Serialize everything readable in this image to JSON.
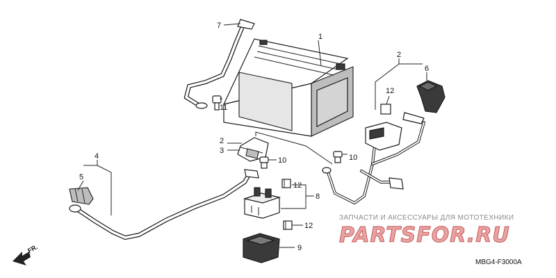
{
  "callouts": [
    {
      "id": "c1",
      "text": "1"
    },
    {
      "id": "c2a",
      "text": "2"
    },
    {
      "id": "c6",
      "text": "6"
    },
    {
      "id": "c7",
      "text": "7"
    },
    {
      "id": "c12a",
      "text": "12"
    },
    {
      "id": "c11",
      "text": "11"
    },
    {
      "id": "c2b",
      "text": "2"
    },
    {
      "id": "c3",
      "text": "3"
    },
    {
      "id": "c10a",
      "text": "10"
    },
    {
      "id": "c10b",
      "text": "10"
    },
    {
      "id": "c4",
      "text": "4"
    },
    {
      "id": "c5",
      "text": "5"
    },
    {
      "id": "c12b",
      "text": "12"
    },
    {
      "id": "c8",
      "text": "8"
    },
    {
      "id": "c12c",
      "text": "12"
    },
    {
      "id": "c9",
      "text": "9"
    }
  ],
  "direction_marker": "FR.",
  "watermark": {
    "tagline": "ЗАПЧАСТИ И АКСЕССУАРЫ ДЛЯ МОТОТЕХНИКИ",
    "brand": "PARTSFOR.RU"
  },
  "diagram_code": "MBG4-F3000A"
}
